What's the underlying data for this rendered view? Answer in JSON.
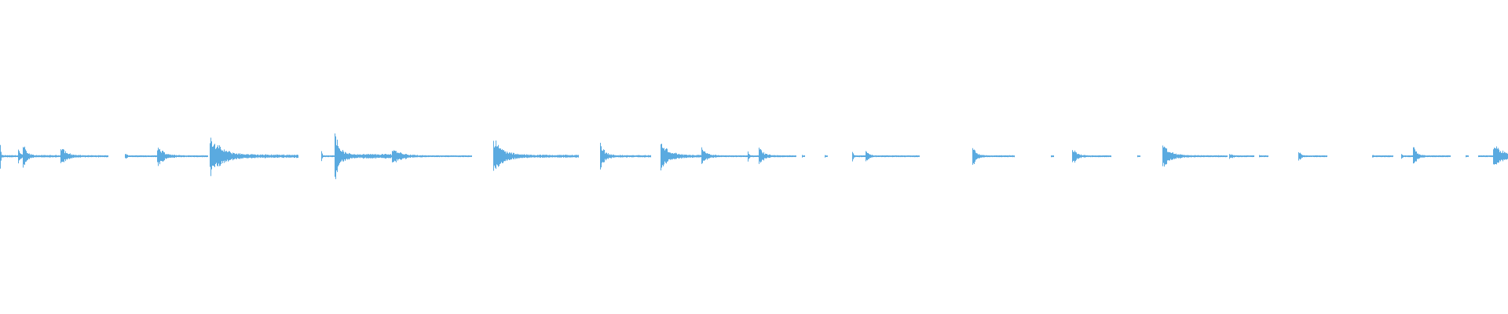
{
  "waveform": {
    "color": "#5aaae0",
    "background": "#ffffff",
    "duration_fraction_events": [
      {
        "start": 0.0,
        "end": 0.012,
        "peak": 0.1,
        "decay": 0.03
      },
      {
        "start": 0.012,
        "end": 0.038,
        "peak": 0.06,
        "decay": 0.05
      },
      {
        "start": 0.015,
        "end": 0.04,
        "peak": 0.1,
        "decay": 0.08
      },
      {
        "start": 0.04,
        "end": 0.072,
        "peak": 0.09,
        "decay": 0.1
      },
      {
        "start": 0.083,
        "end": 0.104,
        "peak": 0.02,
        "decay": 0.1
      },
      {
        "start": 0.104,
        "end": 0.138,
        "peak": 0.08,
        "decay": 0.12
      },
      {
        "start": 0.139,
        "end": 0.198,
        "peak": 0.15,
        "decay": 0.12
      },
      {
        "start": 0.213,
        "end": 0.222,
        "peak": 0.05,
        "decay": 0.05
      },
      {
        "start": 0.222,
        "end": 0.26,
        "peak": 0.2,
        "decay": 0.07
      },
      {
        "start": 0.26,
        "end": 0.313,
        "peak": 0.06,
        "decay": 0.12
      },
      {
        "start": 0.327,
        "end": 0.384,
        "peak": 0.13,
        "decay": 0.1
      },
      {
        "start": 0.398,
        "end": 0.432,
        "peak": 0.1,
        "decay": 0.08
      },
      {
        "start": 0.438,
        "end": 0.465,
        "peak": 0.1,
        "decay": 0.2
      },
      {
        "start": 0.465,
        "end": 0.496,
        "peak": 0.06,
        "decay": 0.12
      },
      {
        "start": 0.496,
        "end": 0.504,
        "peak": 0.04,
        "decay": 0.1
      },
      {
        "start": 0.503,
        "end": 0.528,
        "peak": 0.08,
        "decay": 0.1
      },
      {
        "start": 0.532,
        "end": 0.534,
        "peak": 0.01,
        "decay": 0.1
      },
      {
        "start": 0.547,
        "end": 0.549,
        "peak": 0.01,
        "decay": 0.1
      },
      {
        "start": 0.565,
        "end": 0.574,
        "peak": 0.04,
        "decay": 0.1
      },
      {
        "start": 0.574,
        "end": 0.61,
        "peak": 0.05,
        "decay": 0.06
      },
      {
        "start": 0.645,
        "end": 0.673,
        "peak": 0.08,
        "decay": 0.08
      },
      {
        "start": 0.697,
        "end": 0.699,
        "peak": 0.01,
        "decay": 0.1
      },
      {
        "start": 0.711,
        "end": 0.737,
        "peak": 0.07,
        "decay": 0.1
      },
      {
        "start": 0.754,
        "end": 0.756,
        "peak": 0.01,
        "decay": 0.1
      },
      {
        "start": 0.771,
        "end": 0.814,
        "peak": 0.08,
        "decay": 0.12
      },
      {
        "start": 0.815,
        "end": 0.832,
        "peak": 0.02,
        "decay": 0.2
      },
      {
        "start": 0.835,
        "end": 0.841,
        "peak": 0.01,
        "decay": 0.2
      },
      {
        "start": 0.861,
        "end": 0.88,
        "peak": 0.05,
        "decay": 0.08
      },
      {
        "start": 0.91,
        "end": 0.924,
        "peak": 0.01,
        "decay": 0.2
      },
      {
        "start": 0.929,
        "end": 0.937,
        "peak": 0.02,
        "decay": 0.2
      },
      {
        "start": 0.937,
        "end": 0.962,
        "peak": 0.07,
        "decay": 0.1
      },
      {
        "start": 0.972,
        "end": 0.974,
        "peak": 0.01,
        "decay": 0.1
      },
      {
        "start": 0.98,
        "end": 0.99,
        "peak": 0.01,
        "decay": 0.1
      },
      {
        "start": 0.99,
        "end": 1.0,
        "peak": 0.1,
        "decay": 0.6
      }
    ]
  }
}
